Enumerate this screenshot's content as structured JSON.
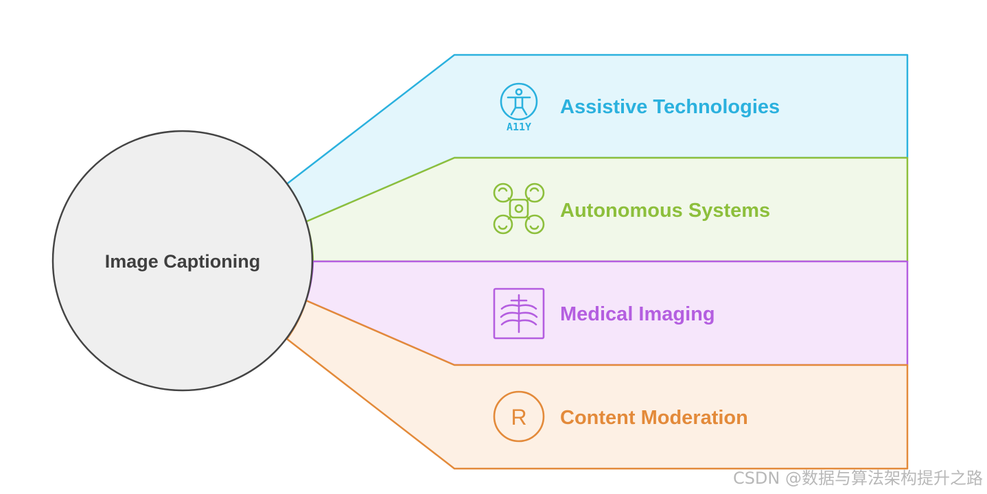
{
  "center": {
    "label": "Image Captioning"
  },
  "branches": [
    {
      "label": "Assistive Technologies",
      "icon": "accessibility-icon",
      "icon_text": "A11Y",
      "color": "#2bb1de",
      "fill": "#e3f6fc"
    },
    {
      "label": "Autonomous Systems",
      "icon": "drone-icon",
      "color": "#8dbf3c",
      "fill": "#f1f8e9"
    },
    {
      "label": "Medical Imaging",
      "icon": "x-ray-icon",
      "color": "#b45ee0",
      "fill": "#f6e6fb"
    },
    {
      "label": "Content Moderation",
      "icon": "registered-icon",
      "icon_text": "R",
      "color": "#e38a3a",
      "fill": "#fdf0e4"
    }
  ],
  "watermark": "CSDN @数据与算法架构提升之路"
}
